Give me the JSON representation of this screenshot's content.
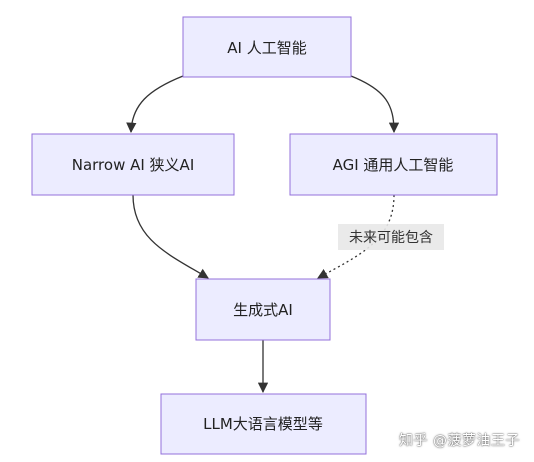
{
  "nodes": {
    "ai": {
      "label": "AI 人工智能"
    },
    "narrow": {
      "label": "Narrow AI 狭义AI"
    },
    "agi": {
      "label": "AGI 通用人工智能"
    },
    "genai": {
      "label": "生成式AI"
    },
    "llm": {
      "label": "LLM大语言模型等"
    }
  },
  "edges": {
    "agi_to_genai": {
      "label": "未来可能包含",
      "style": "dotted"
    }
  },
  "watermark": "知乎 @菠萝油王子",
  "colors": {
    "node_fill": "#ECECFF",
    "node_stroke": "#9370DB",
    "edge": "#333333",
    "label_bg": "#E8E8E8"
  }
}
